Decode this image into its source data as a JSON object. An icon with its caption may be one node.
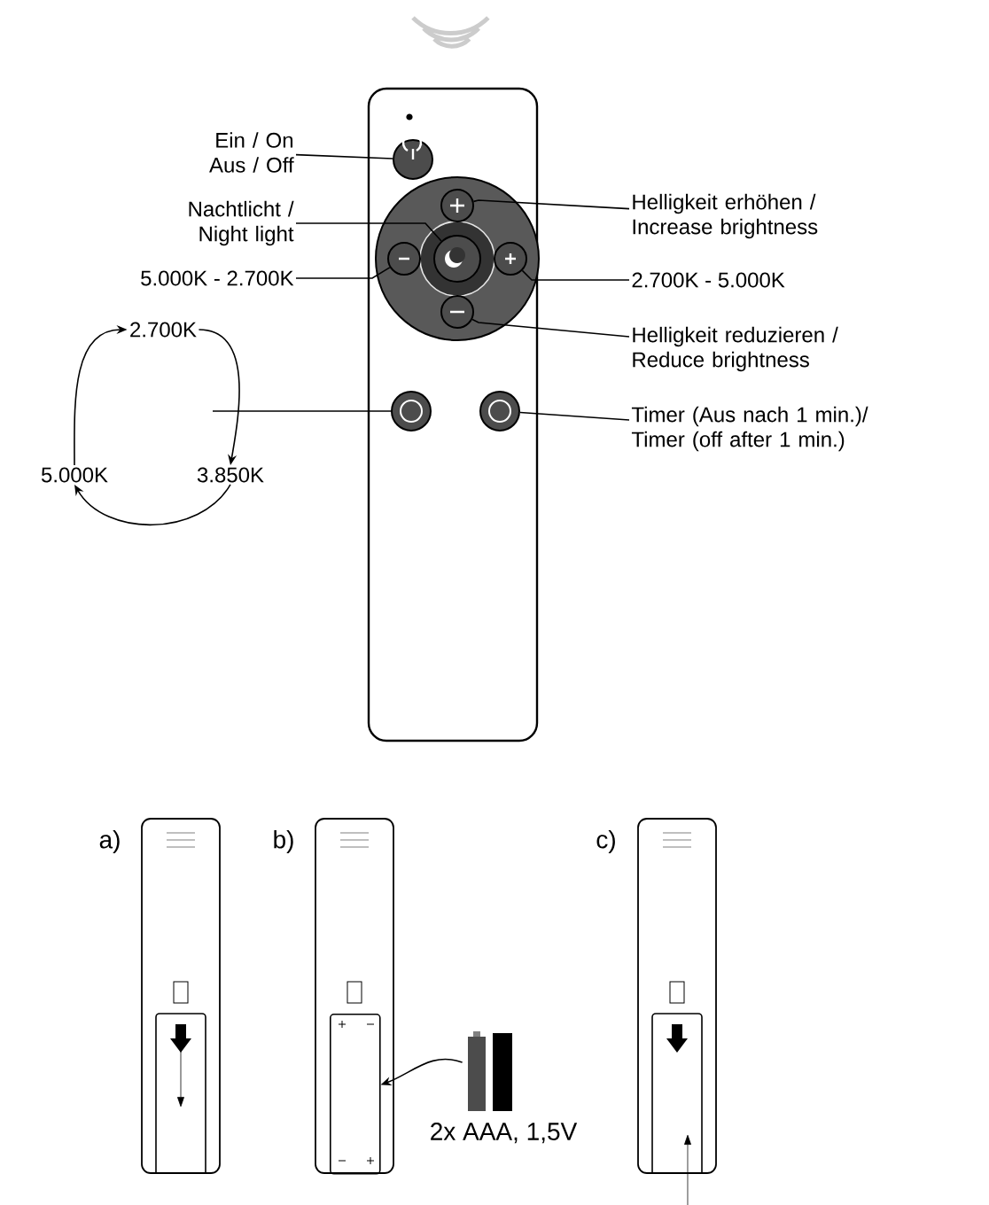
{
  "diagram": {
    "nodes": [
      {
        "text": [
          "Ein / On Aus / Off"
        ]
      },
      {
        "text": [
          "Nachtlicht / Night light"
        ]
      },
      {
        "text": [
          "5.000K - 2.700K"
        ]
      },
      {
        "text": [
          "Helligkeit erhöhen / Increase brightness"
        ]
      },
      {
        "text": [
          "2.700K - 5.000K"
        ]
      },
      {
        "text": [
          "Helligkeit reduzieren / Reduce brightness"
        ]
      },
      {
        "text": [
          "Timer (Aus nach 1 min.)/ Timer (off after 1 min.)"
        ]
      },
      {
        "text": [],
        "shape": "circle"
      },
      {
        "text": [],
        "shape": "circle"
      },
      {
        "text": [],
        "shape": "circle"
      },
      {
        "text": [],
        "shape": "circle"
      },
      {
        "text": [],
        "shape": "circle"
      },
      {
        "text": [],
        "shape": "circle"
      },
      {
        "text": [],
        "shape": "circle"
      },
      {
        "text": [],
        "shape": "circle"
      },
      {
        "text": [
          "2.700K"
        ]
      },
      {
        "text": [
          "3.850K"
        ]
      },
      {
        "text": [
          "5.000K"
        ]
      },
      {
        "text": [],
        "shape": "box"
      },
      {
        "text": [],
        "shape": "battery",
        "beside": [
          "2x AAA, 1,5V"
        ]
      }
    ],
    "edges": [
      {
        "from": 0,
        "to": 7,
        "arrow": "none"
      },
      {
        "from": 1,
        "to": 8,
        "arrow": "none"
      },
      {
        "from": 2,
        "to": 10,
        "arrow": "none"
      },
      {
        "from": 3,
        "to": 9,
        "arrow": "none"
      },
      {
        "from": 4,
        "to": 11,
        "arrow": "none"
      },
      {
        "from": 5,
        "to": 12,
        "arrow": "none"
      },
      {
        "from": 6,
        "to": 14,
        "arrow": "none"
      },
      {
        "from": null,
        "to": 13,
        "arrow": "none"
      },
      {
        "from": 15,
        "to": 16,
        "arrow": "to"
      },
      {
        "from": 16,
        "to": 17,
        "arrow": "to"
      },
      {
        "from": 17,
        "to": 15,
        "arrow": "to"
      },
      {
        "from": 19,
        "to": 18,
        "arrow": "to"
      }
    ],
    "labels": [
      "a)",
      "b)",
      "c)"
    ]
  }
}
